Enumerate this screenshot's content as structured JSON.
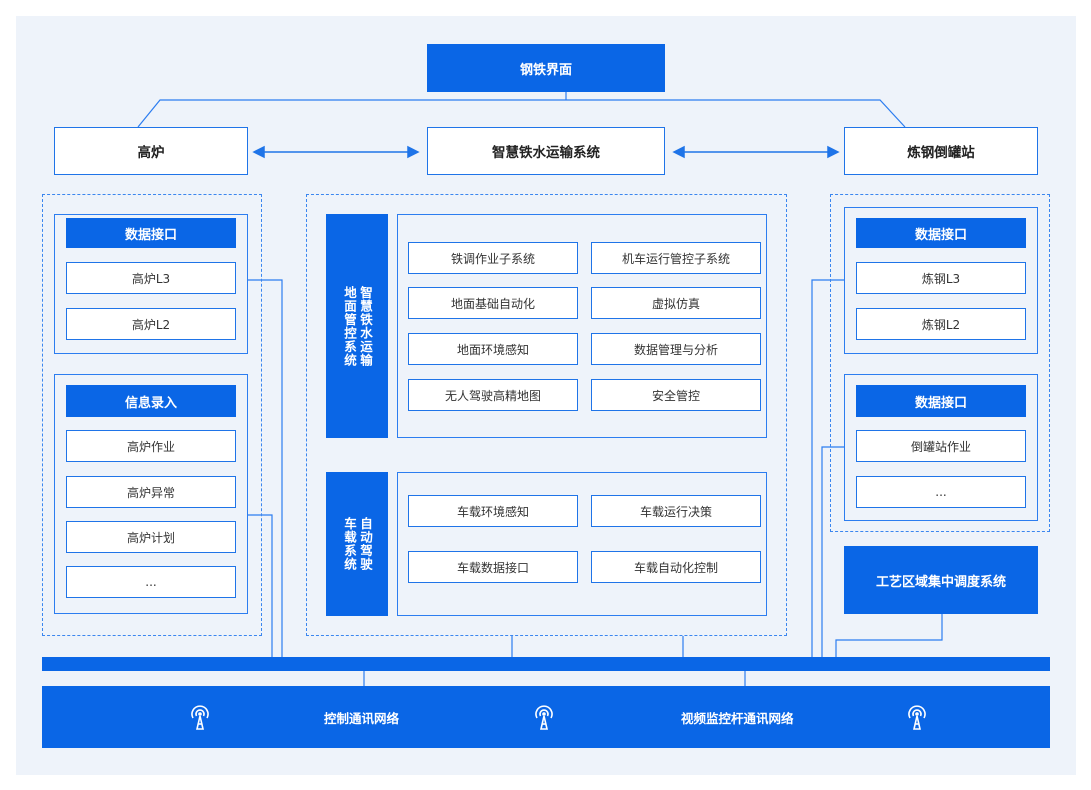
{
  "top": {
    "title": "钢铁界面"
  },
  "row2": {
    "left": "高炉",
    "center": "智慧铁水运输系统",
    "right": "炼钢倒罐站"
  },
  "left_panel": {
    "interface_header": "数据接口",
    "interface_items": [
      "高炉L3",
      "高炉L2"
    ],
    "info_header": "信息录入",
    "info_items": [
      "高炉作业",
      "高炉异常",
      "高炉计划",
      "..."
    ]
  },
  "center_panel": {
    "ground_label_col1": "地面管控系统",
    "ground_label_col2": "智慧铁水运输",
    "ground_items": [
      "铁调作业子系统",
      "机车运行管控子系统",
      "地面基础自动化",
      "虚拟仿真",
      "地面环境感知",
      "数据管理与分析",
      "无人驾驶高精地图",
      "安全管控"
    ],
    "vehicle_label_col1": "车载系统",
    "vehicle_label_col2": "自动驾驶",
    "vehicle_items": [
      "车载环境感知",
      "车载运行决策",
      "车载数据接口",
      "车载自动化控制"
    ]
  },
  "right_panel": {
    "interface_header": "数据接口",
    "interface_items": [
      "炼钢L3",
      "炼钢L2"
    ],
    "interface2_header": "数据接口",
    "interface2_items": [
      "倒罐站作业",
      "..."
    ],
    "dispatch": "工艺区域集中调度系统"
  },
  "network": {
    "label1": "控制通讯网络",
    "label2": "视频监控杆通讯网络"
  },
  "colors": {
    "primary": "#0a66e6",
    "background": "#eef3fa",
    "border": "#1f74e8"
  }
}
